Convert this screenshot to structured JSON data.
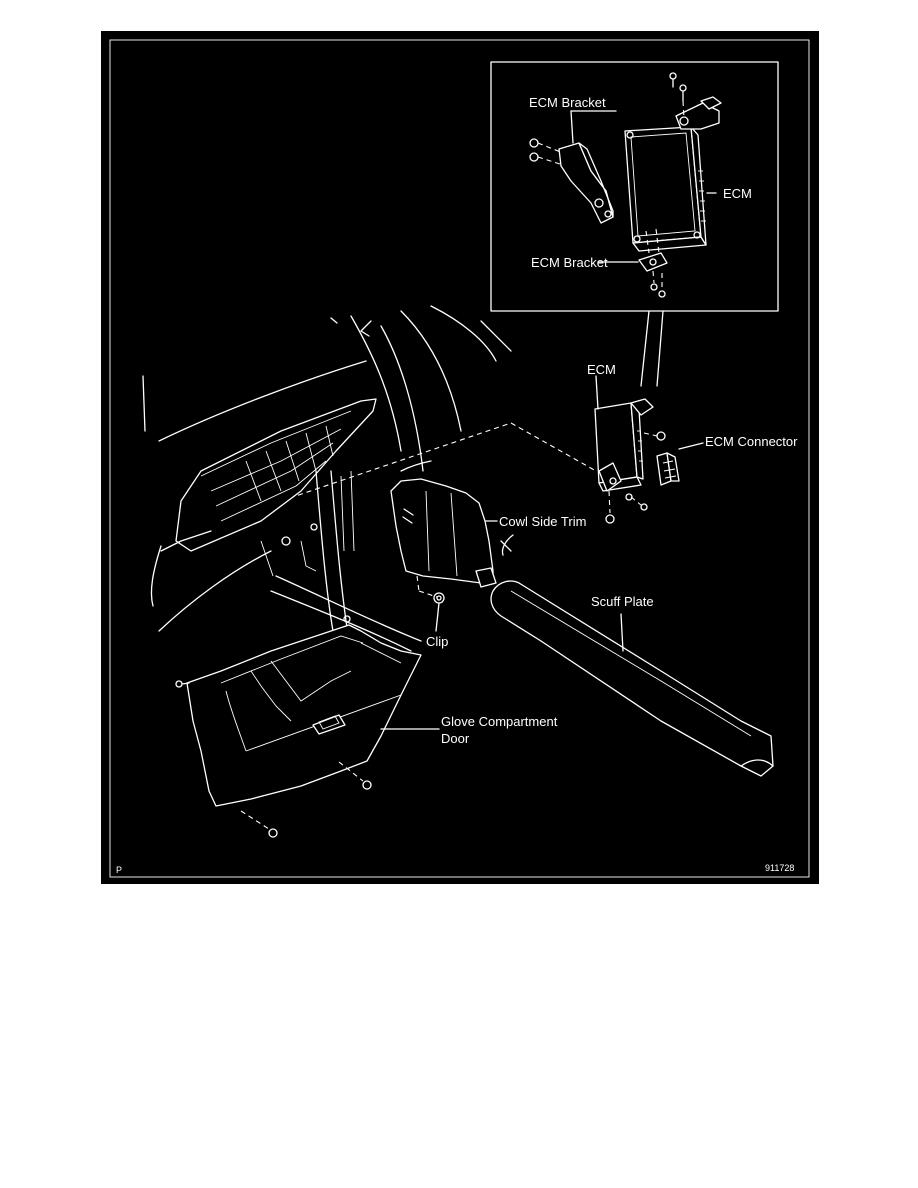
{
  "labels": {
    "ecm_bracket_top": "ECM Bracket",
    "ecm_inset": "ECM",
    "ecm_bracket_bottom": "ECM Bracket",
    "ecm_main": "ECM",
    "ecm_connector": "ECM Connector",
    "cowl_side_trim": "Cowl Side Trim",
    "scuff_plate": "Scuff Plate",
    "clip": "Clip",
    "glove_line1": "Glove Compartment",
    "glove_line2": "Door"
  },
  "corner": {
    "left": "P",
    "right": "911728"
  },
  "colors": {
    "background": "#000000",
    "line": "#ffffff",
    "page": "#ffffff"
  }
}
